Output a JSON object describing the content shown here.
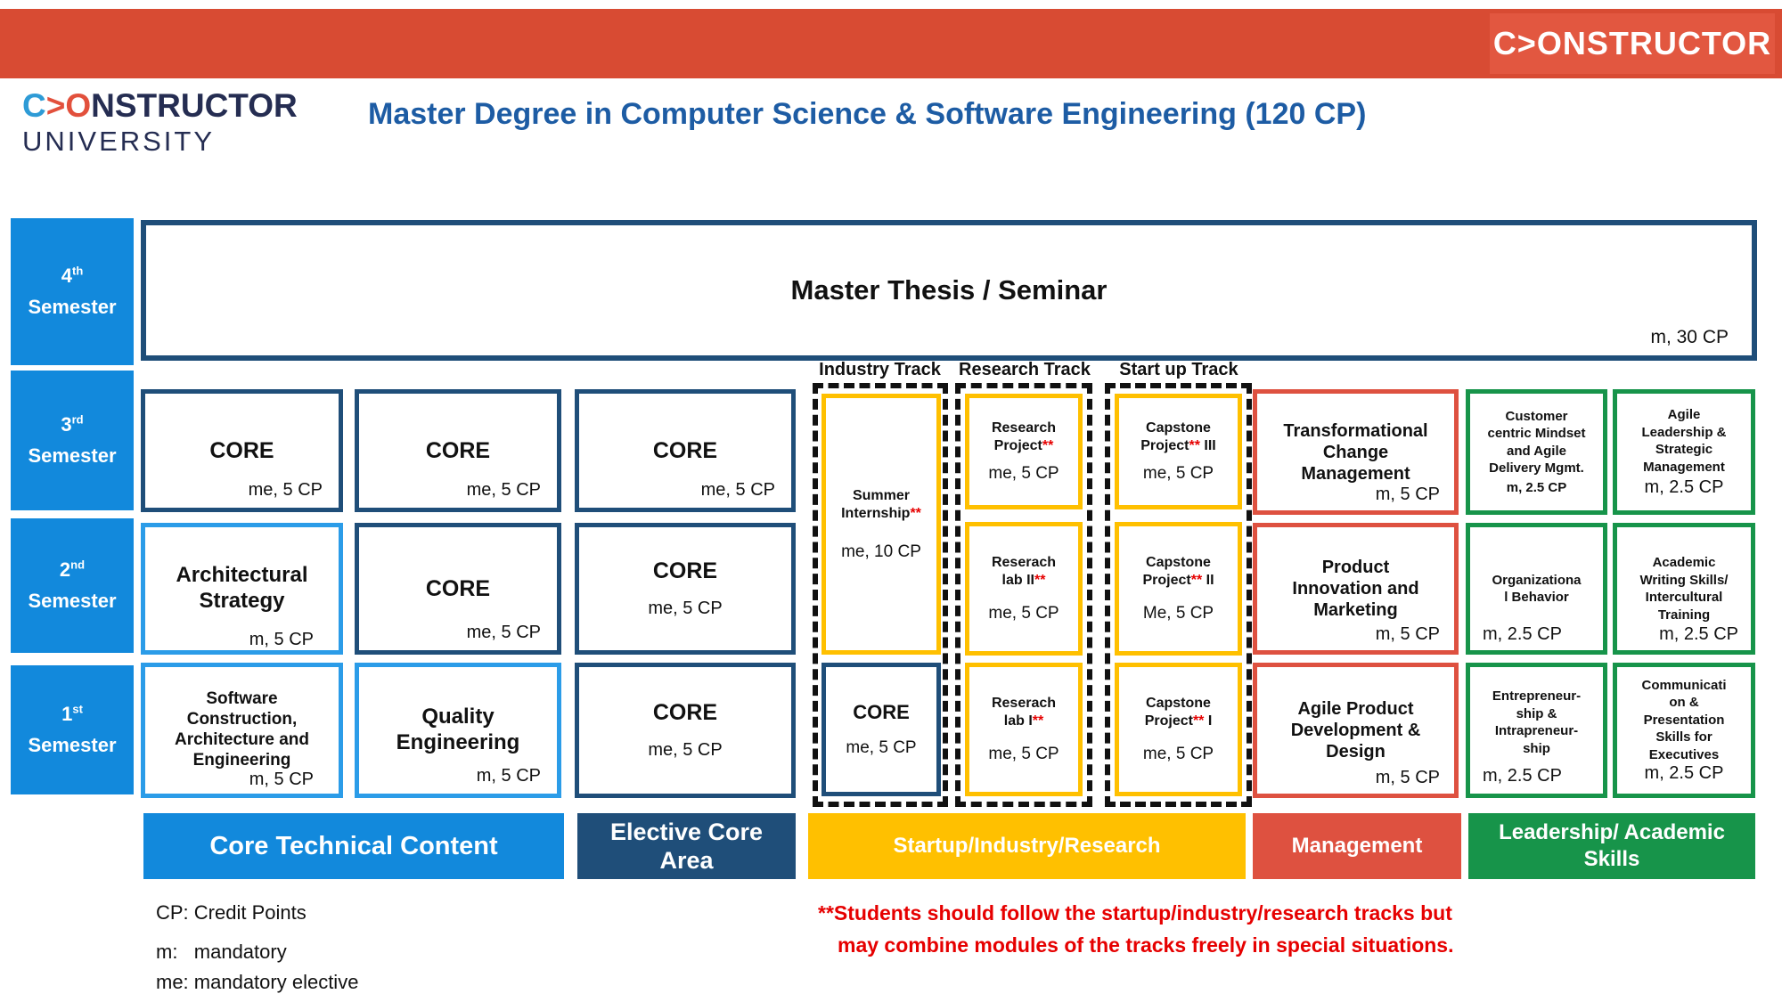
{
  "colors": {
    "banner_red": "#D84B33",
    "logo_patch_red": "#E25740",
    "title_blue": "#1D5CA4",
    "semester_blue": "#1289DC",
    "navy": "#1F4E79",
    "light_blue_border": "#2B9CE8",
    "yellow": "#FFC000",
    "module_red": "#DE5140",
    "green": "#17944A",
    "footnote_red": "#E60000"
  },
  "header": {
    "brand": "C>ONSTRUCTOR",
    "logo": {
      "c": "C",
      "arrow": ">",
      "o": "O",
      "rest": "NSTRUCTOR",
      "line2": "UNIVERSITY"
    },
    "title": "Master Degree in Computer Science & Software Engineering (120 CP)"
  },
  "semesters": [
    {
      "num": "4",
      "sup": "th",
      "word": "Semester"
    },
    {
      "num": "3",
      "sup": "rd",
      "word": "Semester"
    },
    {
      "num": "2",
      "sup": "nd",
      "word": "Semester"
    },
    {
      "num": "1",
      "sup": "st",
      "word": "Semester"
    }
  ],
  "thesis": {
    "title": "Master Thesis / Seminar",
    "credit": "m, 30 CP"
  },
  "core": {
    "r3c1": {
      "title": "CORE",
      "credit": "me, 5 CP"
    },
    "r3c2": {
      "title": "CORE",
      "credit": "me, 5 CP"
    },
    "r3c3": {
      "title": "CORE",
      "credit": "me, 5 CP"
    },
    "r2c1": {
      "title": "Architectural\nStrategy",
      "credit": "m, 5 CP"
    },
    "r2c2": {
      "title": "CORE",
      "credit": "me, 5 CP"
    },
    "r2c3": {
      "title": "CORE",
      "credit": "me, 5 CP"
    },
    "r1c1": {
      "title": "Software\nConstruction,\nArchitecture and\nEngineering",
      "credit": "m, 5 CP"
    },
    "r1c2": {
      "title": "Quality\nEngineering",
      "credit": "m, 5 CP"
    },
    "r1c3": {
      "title": "CORE",
      "credit": "me, 5 CP"
    }
  },
  "tracks": {
    "industry_label": "Industry Track",
    "research_label": "Research Track",
    "startup_label": "Start up Track",
    "internship": {
      "title": "Summer\nInternship",
      "marker": "**",
      "credit": "me, 10 CP"
    },
    "industry_core": {
      "title": "CORE",
      "credit": "me, 5 CP"
    },
    "research": [
      {
        "title": "Research\nProject",
        "marker": "**",
        "suffix": "",
        "credit": "me, 5 CP"
      },
      {
        "title": "Reserach\nlab II",
        "marker": "**",
        "suffix": "",
        "credit": "me, 5 CP"
      },
      {
        "title": "Reserach\nlab I",
        "marker": "**",
        "suffix": "",
        "credit": "me, 5 CP"
      }
    ],
    "startup": [
      {
        "title": "Capstone\nProject",
        "marker": "**",
        "suffix": " III",
        "credit": "me, 5 CP"
      },
      {
        "title": "Capstone\nProject",
        "marker": "**",
        "suffix": " II",
        "credit": "Me, 5 CP"
      },
      {
        "title": "Capstone\nProject",
        "marker": "**",
        "suffix": " I",
        "credit": "me, 5 CP"
      }
    ]
  },
  "management": [
    {
      "title": "Transformational\nChange\nManagement",
      "credit": "m, 5 CP"
    },
    {
      "title": "Product\nInnovation and\nMarketing",
      "credit": "m, 5 CP"
    },
    {
      "title": "Agile Product\nDevelopment &\nDesign",
      "credit": "m, 5 CP"
    }
  ],
  "leadership": [
    {
      "title": "Customer\ncentric Mindset\nand Agile\nDelivery Mgmt.",
      "credit": "m, 2.5 CP"
    },
    {
      "title": "Agile\nLeadership &\nStrategic\nManagement",
      "credit": "m, 2.5 CP"
    },
    {
      "title": "Organizationa\nl Behavior",
      "credit": "m, 2.5 CP"
    },
    {
      "title": "Academic\nWriting Skills/\nIntercultural\nTraining",
      "credit": "m, 2.5 CP"
    },
    {
      "title": "Entrepreneur-\nship &\nIntrapreneur-\nship",
      "credit": "m, 2.5 CP"
    },
    {
      "title": "Communicati\non &\nPresentation\nSkills for\nExecutives",
      "credit": "m, 2.5 CP"
    }
  ],
  "banners": {
    "core_technical": "Core Technical Content",
    "elective": "Elective Core\nArea",
    "startup_industry_research": "Startup/Industry/Research",
    "management": "Management",
    "leadership": "Leadership/ Academic\nSkills"
  },
  "footnote": {
    "marker": "**",
    "line1": "Students should follow the startup/industry/research tracks but",
    "line2": "may combine modules of the tracks freely in special situations."
  },
  "legend": {
    "cp": "CP: Credit Points",
    "m": "m:   mandatory",
    "me": "me: mandatory elective"
  }
}
